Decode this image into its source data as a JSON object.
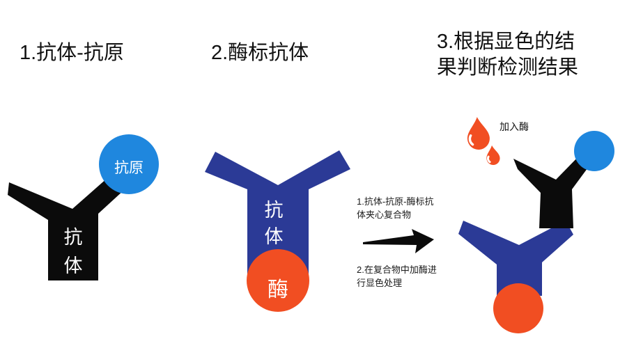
{
  "colors": {
    "black": "#0b0b0b",
    "indigo": "#2b3a96",
    "blue": "#1f87de",
    "orange": "#f14e22",
    "white_label": "#ffffff"
  },
  "steps": {
    "step1": {
      "title": "1.抗体-抗原",
      "antibody_label": "抗\n体",
      "antigen_label": "抗原"
    },
    "step2": {
      "title": "2.酶标抗体",
      "antibody_label": "抗\n体",
      "enzyme_label": "酶"
    },
    "step3": {
      "title": "3.根据显色的结\n果判断检测结果",
      "add_enzyme_label": "加入酶"
    }
  },
  "middle": {
    "note1": "1.抗体-抗原-酶标抗\n体夹心复合物",
    "note2": "2.在复合物中加酶进\n行显色处理"
  },
  "icons": {
    "arrow": "right-arrow",
    "droplet_large": "enzyme-droplet-large",
    "droplet_small": "enzyme-droplet-small"
  }
}
